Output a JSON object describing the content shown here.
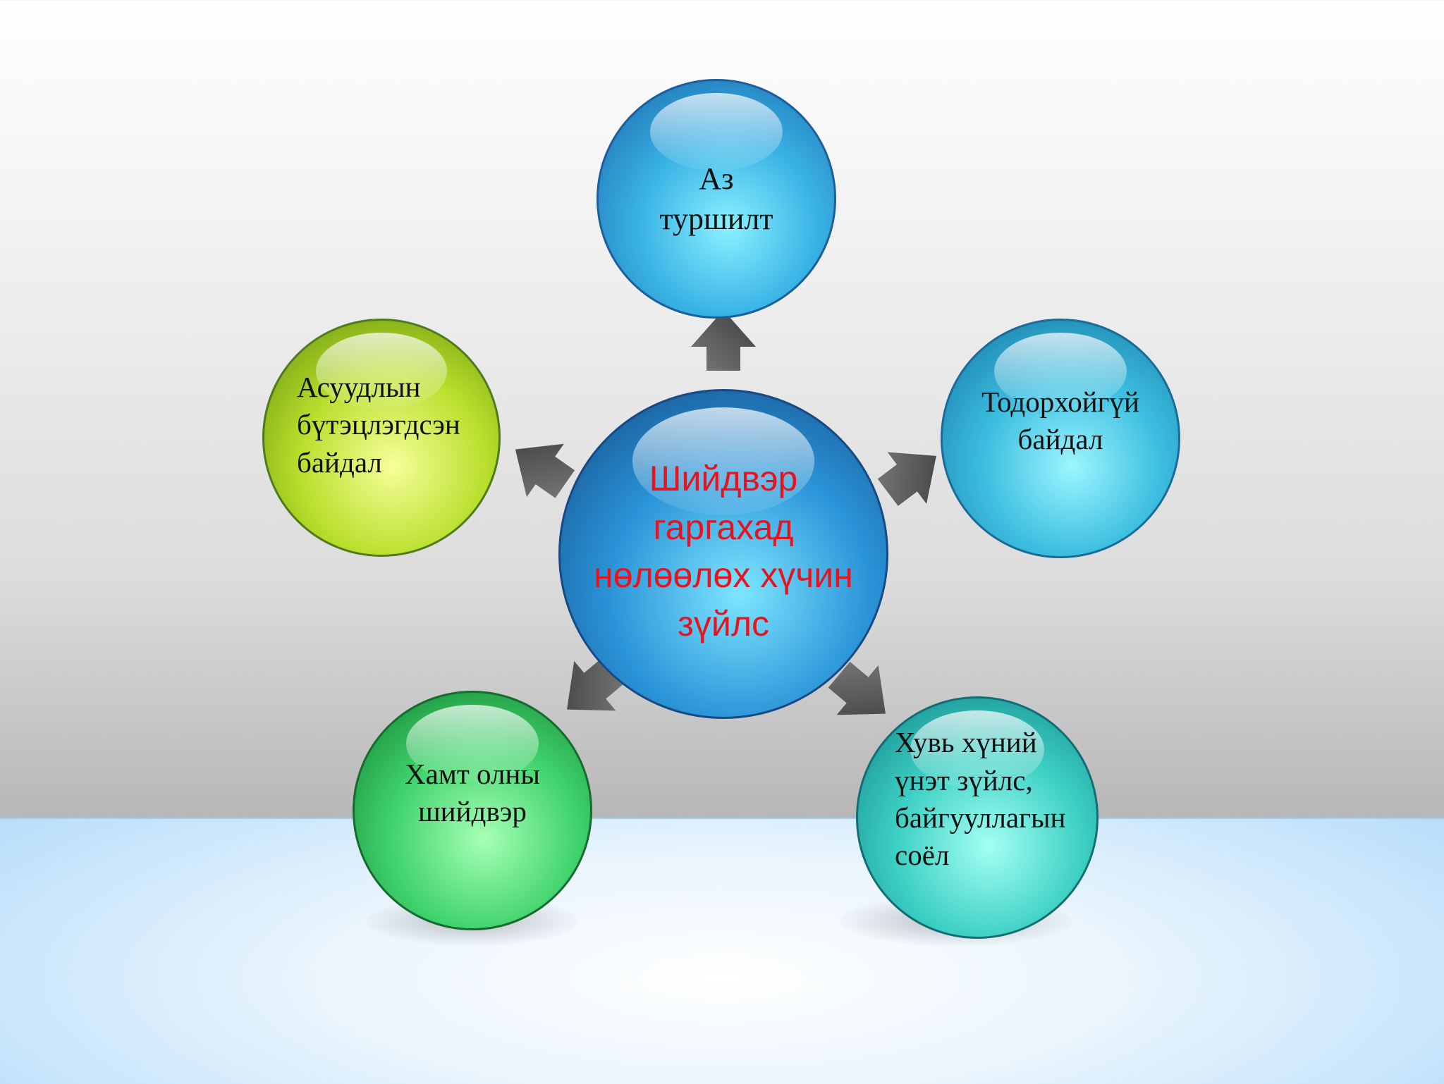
{
  "diagram": {
    "center": {
      "label": "Шийдвэр\nгаргахад\nнөлөөлөх хүчин\nзүйлс",
      "text_color": "#e5141e"
    },
    "nodes": {
      "top": {
        "label": "Аз\nтуршилт"
      },
      "left": {
        "label": "Асуудлын\nбүтэцлэгдсэн\nбайдал"
      },
      "right": {
        "label": "Тодорхойгүй\nбайдал"
      },
      "bottom_left": {
        "label": "Хамт олны\nшийдвэр"
      },
      "bottom_right": {
        "label": "Хувь хүний\nүнэт зүйлс,\nбайгууллагын\nсоёл"
      }
    },
    "arrow_color": "#5a5a5a"
  }
}
